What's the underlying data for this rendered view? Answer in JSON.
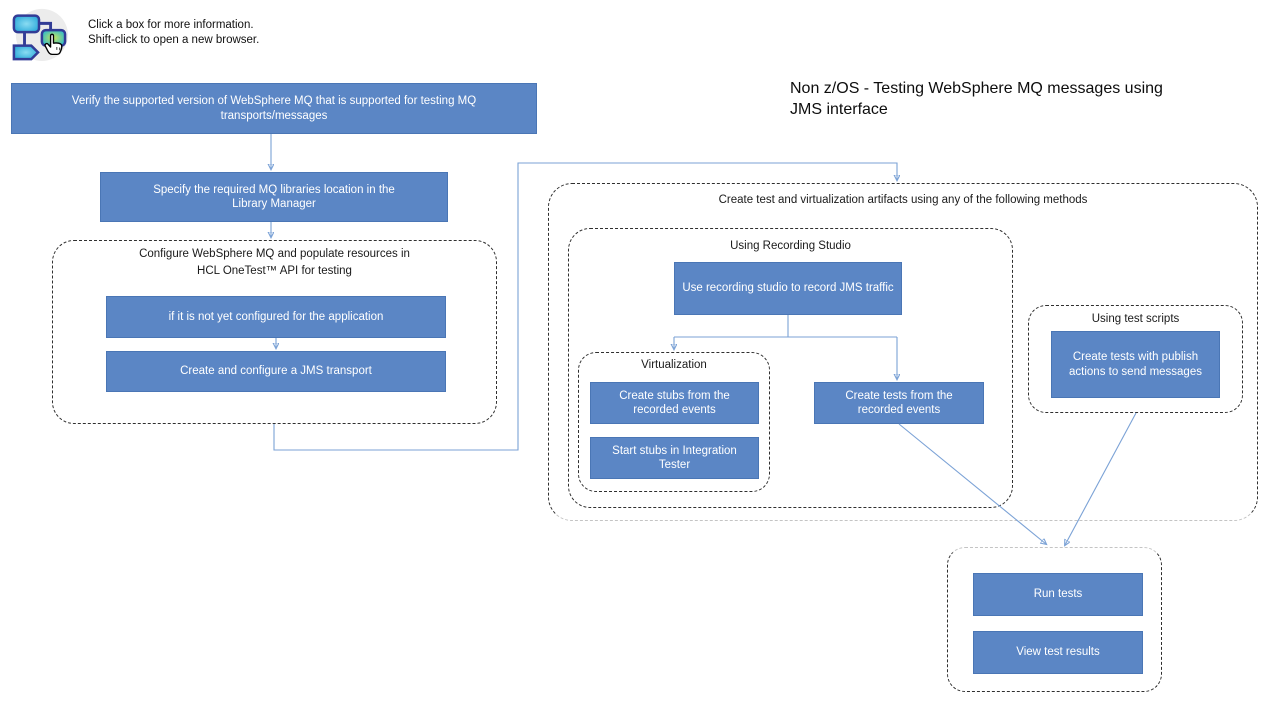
{
  "header": {
    "icon": "flowchart-click-icon",
    "lines": [
      "Click a box for more information.",
      "Shift-click to open a new browser."
    ]
  },
  "title": {
    "lines": [
      "Non z/OS - Testing WebSphere MQ messages using",
      "JMS interface"
    ]
  },
  "colors": {
    "node_fill": "#5b86c5",
    "node_border": "#4a76b5",
    "node_text": "#ffffff",
    "connector": "#7ba2d6",
    "dash_border": "#2f2f2f",
    "dash_border_light": "#c4c4c4",
    "text": "#1a1a1a"
  },
  "nodes": {
    "verify": "Verify the supported version of WebSphere MQ that is supported for testing MQ transports/messages",
    "specify": "Specify the required MQ libraries location in the Library Manager",
    "not_configured": "if it is not yet configured for the application",
    "jms_transport": "Create and configure a JMS transport",
    "record_traffic": "Use recording studio to record JMS traffic",
    "create_stubs": "Create stubs from the recorded events",
    "start_stubs": "Start stubs in Integration Tester",
    "create_tests": "Create tests from the recorded events",
    "publish_tests": "Create tests with publish actions to send messages",
    "run_tests": "Run tests",
    "view_results": "View test results"
  },
  "containers": {
    "configure": {
      "lines": [
        "Configure WebSphere MQ and populate resources in",
        "HCL OneTest™ API for testing"
      ]
    },
    "artifacts": {
      "label": "Create test and virtualization artifacts using any of the following methods"
    },
    "recording": {
      "label": "Using Recording Studio"
    },
    "virtualization": {
      "label": "Virtualization"
    },
    "test_scripts": {
      "label": "Using test scripts"
    }
  }
}
